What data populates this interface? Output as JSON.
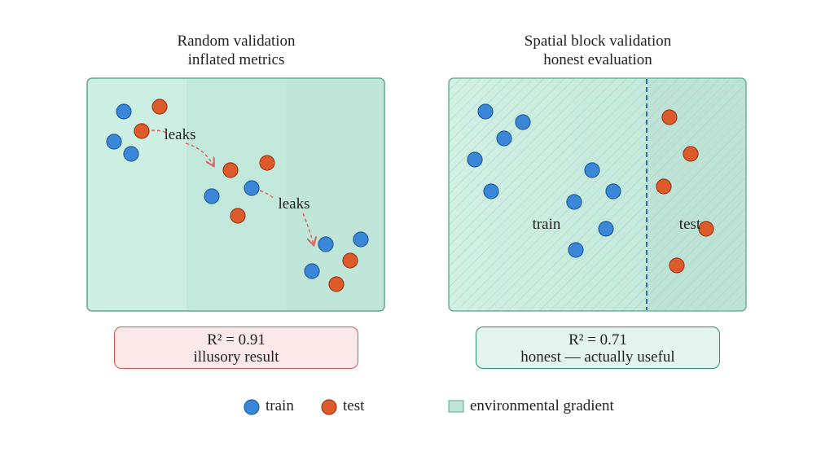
{
  "left_panel": {
    "title_line1": "Random validation",
    "title_line2": "inflated metrics",
    "leak_label_1": "leaks",
    "leak_label_2": "leaks",
    "result_metric": "R² = 0.91",
    "result_caption": "illusory result",
    "result_bg": "#fbe8e8",
    "result_border": "#d9534f"
  },
  "right_panel": {
    "title_line1": "Spatial block validation",
    "title_line2": "honest evaluation",
    "region_train_label": "train",
    "region_test_label": "test",
    "result_metric": "R² = 0.71",
    "result_caption": "honest — actually useful",
    "result_bg": "#e3f4ee",
    "result_border": "#2e8b63"
  },
  "legend": {
    "train_label": "train",
    "test_label": "test",
    "gradient_label": "environmental gradient"
  },
  "colors": {
    "train": "#3a87d9",
    "test": "#dd5a2b",
    "gradient_light": "#cfeee3",
    "gradient_dark": "#b9e4d4",
    "panel_border": "#5aa889",
    "divider": "#2b6aa8",
    "leak_arrow": "#e06666"
  }
}
